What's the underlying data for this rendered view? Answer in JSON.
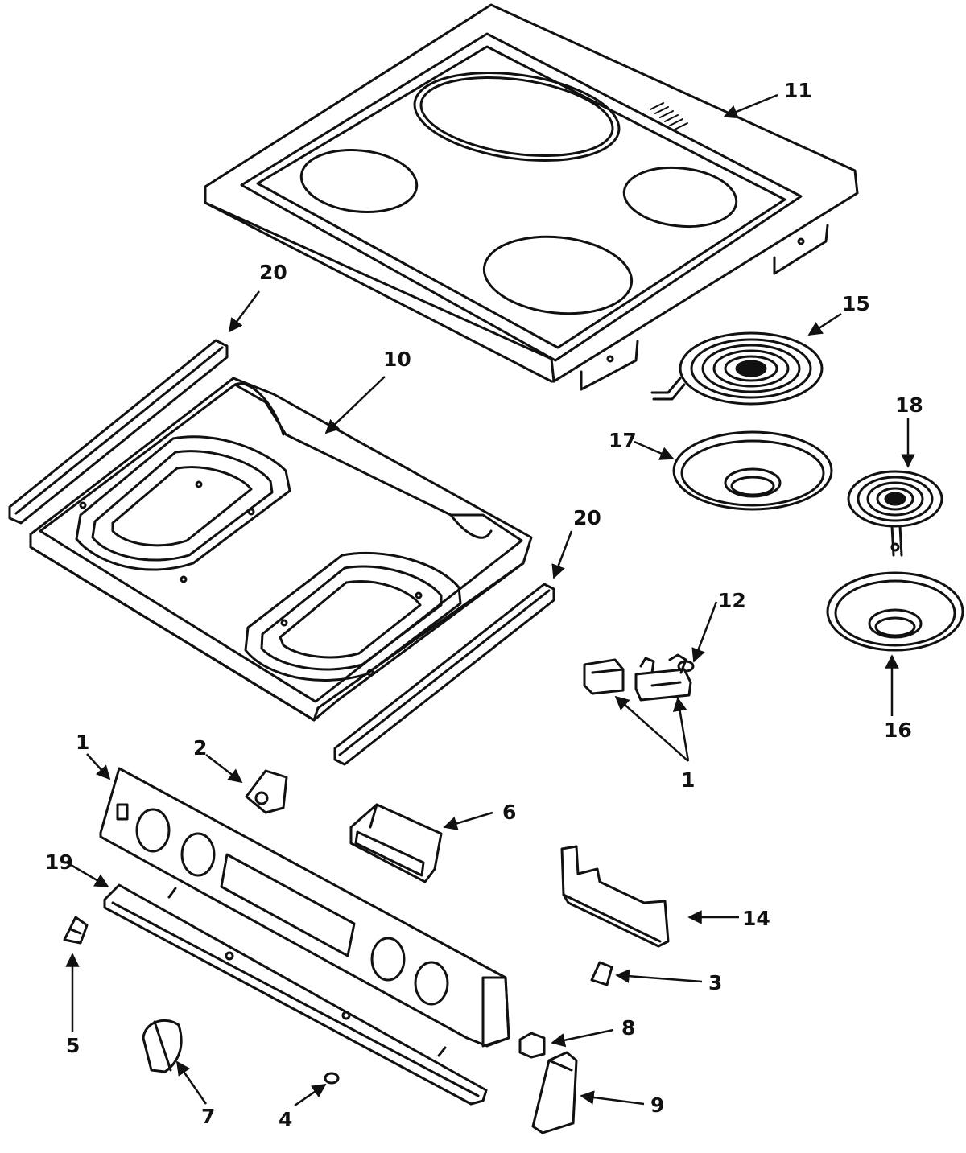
{
  "callouts": {
    "c1a": "1",
    "c1b": "1",
    "c2": "2",
    "c3": "3",
    "c4": "4",
    "c5": "5",
    "c6": "6",
    "c7": "7",
    "c8": "8",
    "c9": "9",
    "c10": "10",
    "c11": "11",
    "c12": "12",
    "c14": "14",
    "c15": "15",
    "c16": "16",
    "c17": "17",
    "c18": "18",
    "c19": "19",
    "c20a": "20",
    "c20b": "20"
  },
  "colors": {
    "line": "#111111",
    "background": "#ffffff"
  }
}
